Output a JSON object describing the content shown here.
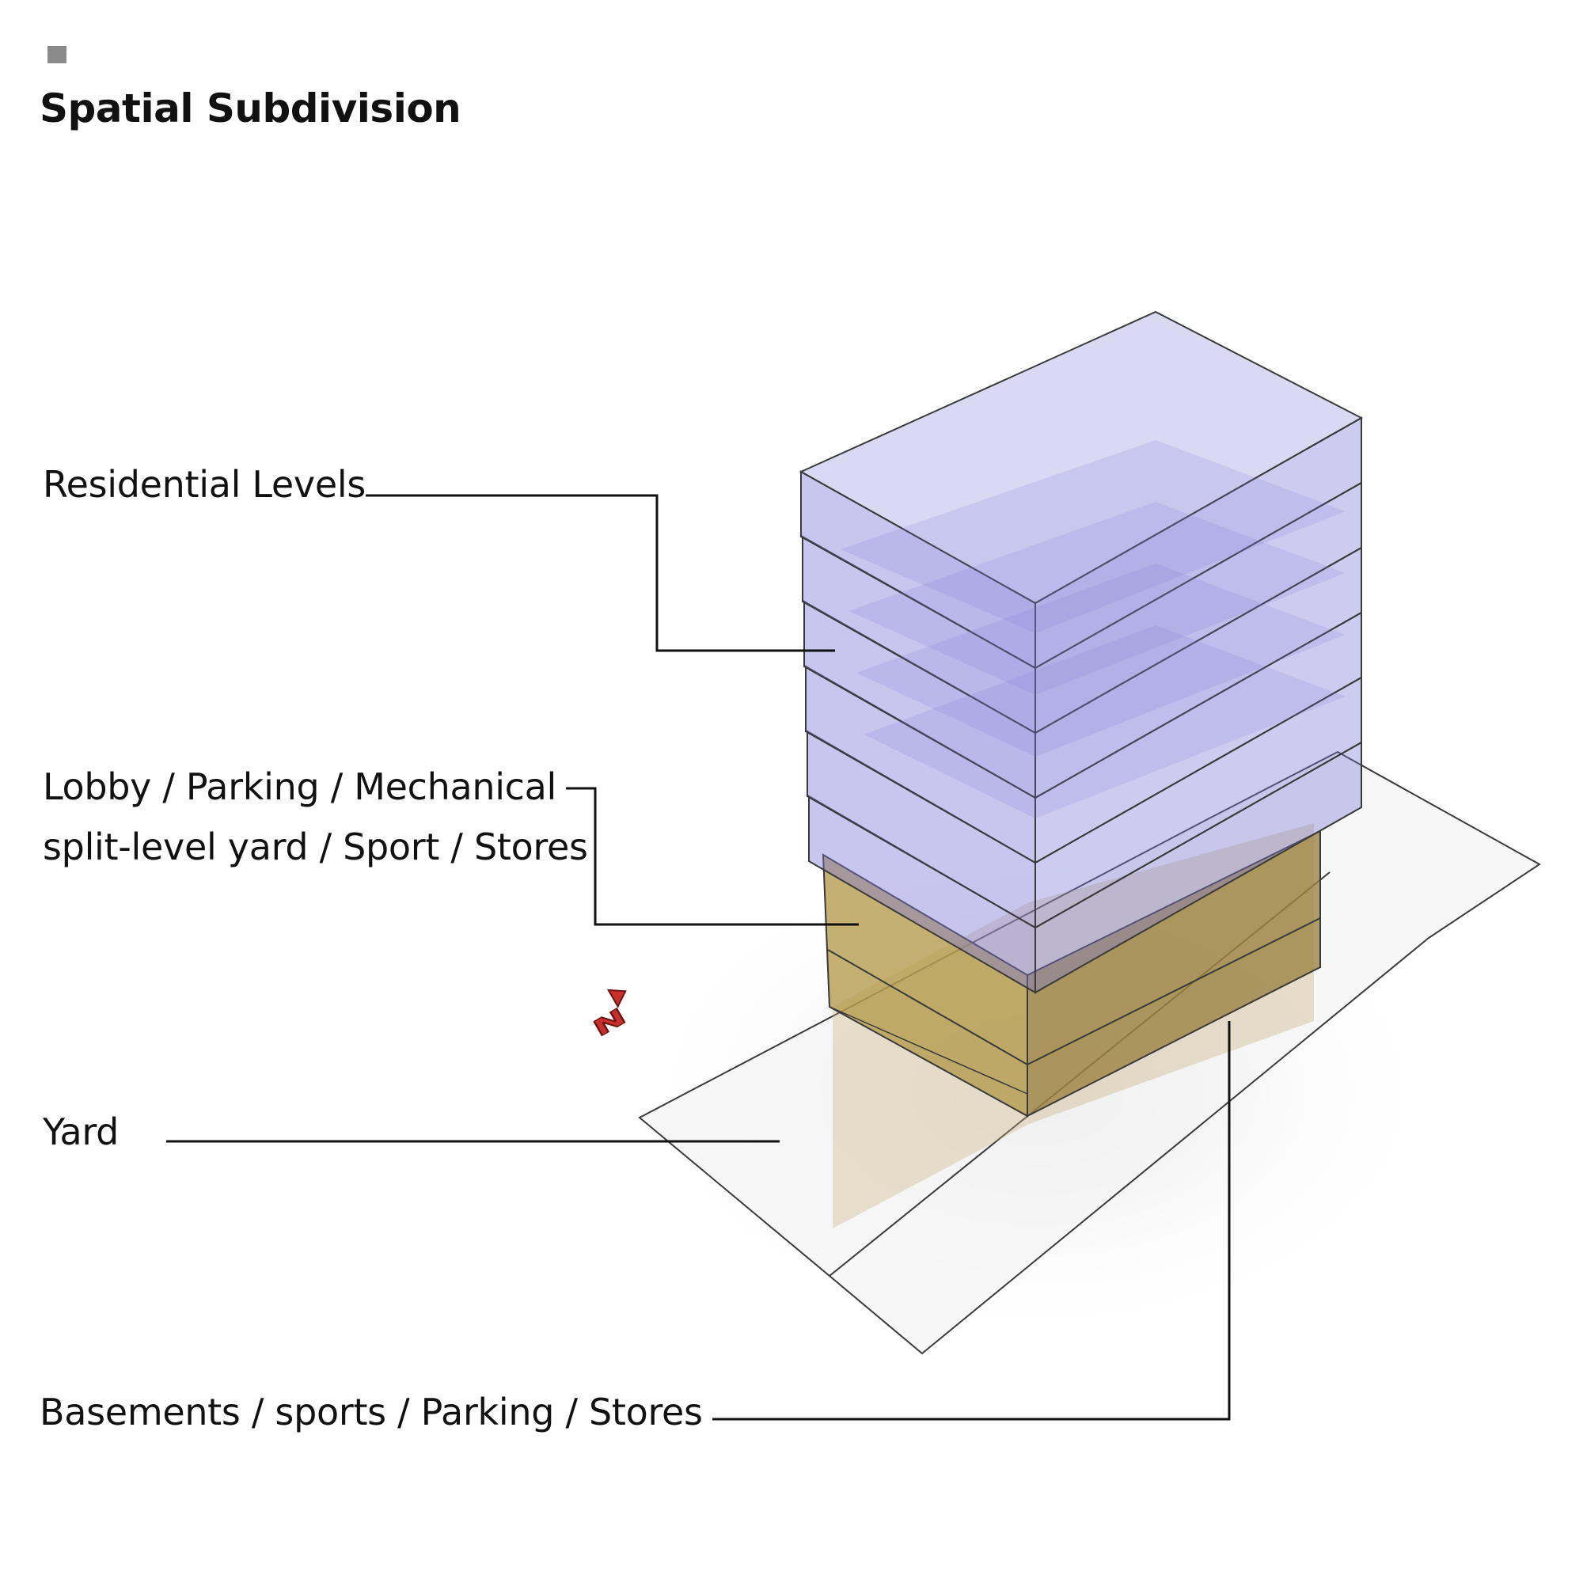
{
  "diagram": {
    "title": "Spatial Subdivision",
    "labels": {
      "residential": "Residential Levels",
      "lobby_line1": "Lobby / Parking / Mechanical",
      "lobby_line2": "split-level yard / Sport / Stores",
      "yard": "Yard",
      "basements": "Basements / sports / Parking / Stores"
    },
    "north_arrow": {
      "letter": "N",
      "icon": "north-arrow-icon"
    },
    "colors": {
      "residential": "#7b78d8",
      "podium": "#b39a4c",
      "yard_plane": "#f3f3f3",
      "outline": "#3a3a3a",
      "leader": "#111111",
      "north_arrow": "#c8302b"
    }
  }
}
